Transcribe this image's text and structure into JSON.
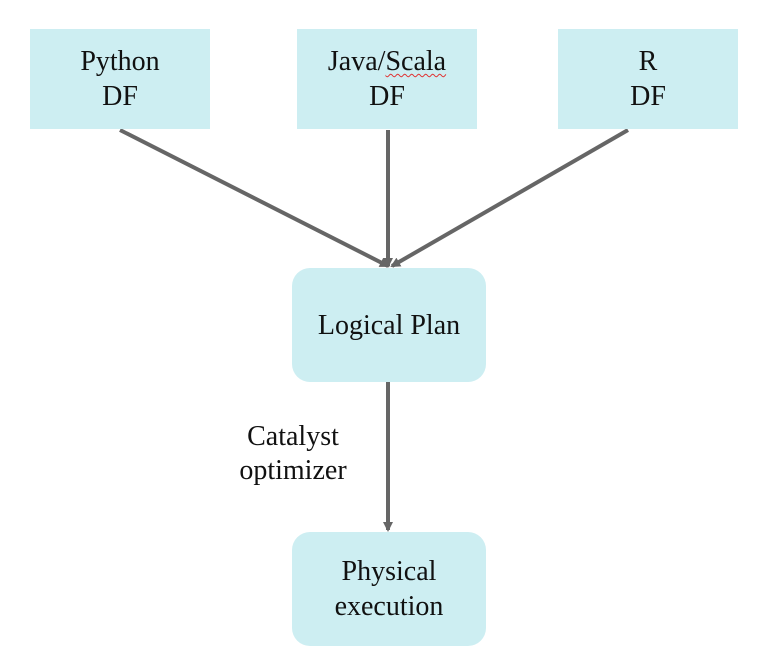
{
  "nodes": {
    "python": {
      "line1": "Python",
      "line2": "DF"
    },
    "java": {
      "line1_prefix": "Java/",
      "line1_word": "Scala",
      "line2": "DF"
    },
    "r": {
      "line1": "R",
      "line2": "DF"
    },
    "logical": {
      "label": "Logical Plan"
    },
    "physical": {
      "line1": "Physical",
      "line2": "execution"
    }
  },
  "edge_label": {
    "line1": "Catalyst",
    "line2": "optimizer"
  },
  "colors": {
    "box_fill": "#cdeef2",
    "arrow": "#666666",
    "text": "#111111",
    "spellcheck": "#e03131"
  }
}
